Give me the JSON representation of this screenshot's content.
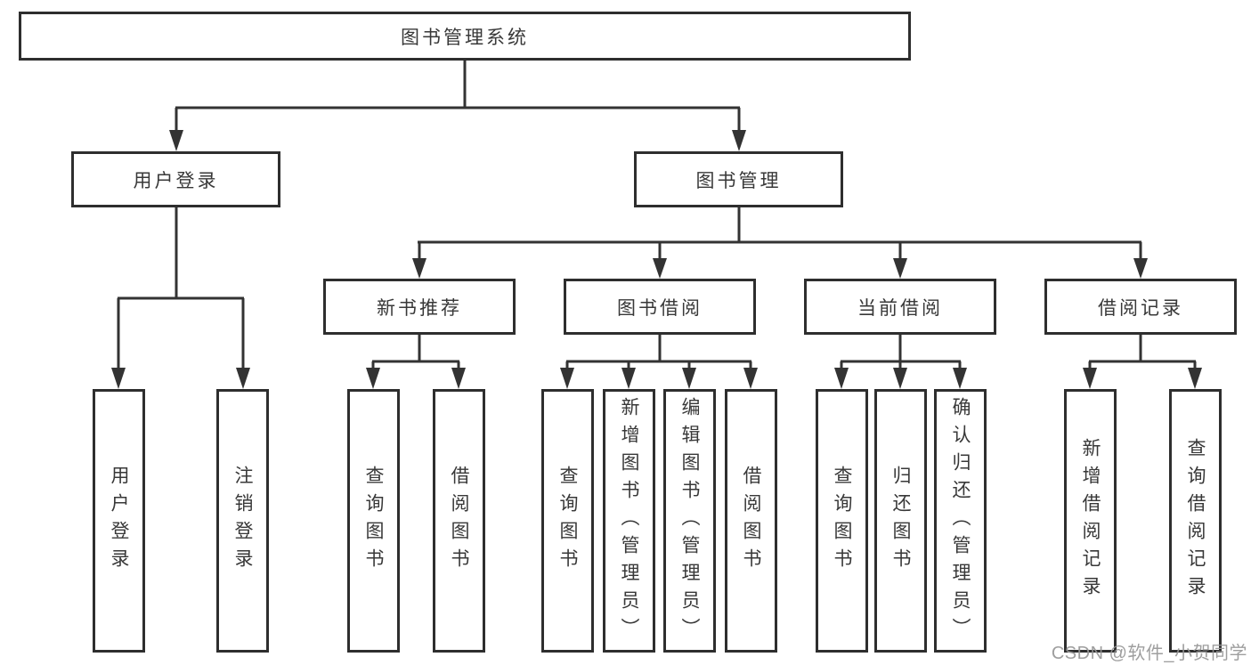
{
  "diagram": {
    "root": {
      "label": "图书管理系统"
    },
    "level1": [
      {
        "id": "user-login",
        "label": "用户登录"
      },
      {
        "id": "book-management",
        "label": "图书管理"
      }
    ],
    "level2": [
      {
        "id": "new-book-recommend",
        "parent": "图书管理",
        "label": "新书推荐"
      },
      {
        "id": "book-borrowing",
        "parent": "图书管理",
        "label": "图书借阅"
      },
      {
        "id": "current-borrowing",
        "parent": "图书管理",
        "label": "当前借阅"
      },
      {
        "id": "borrowing-records",
        "parent": "图书管理",
        "label": "借阅记录"
      }
    ],
    "level3": [
      {
        "parent": "用户登录",
        "label": "用户登录"
      },
      {
        "parent": "用户登录",
        "label": "注销登录"
      },
      {
        "parent": "新书推荐",
        "label": "查询图书"
      },
      {
        "parent": "新书推荐",
        "label": "借阅图书"
      },
      {
        "parent": "图书借阅",
        "label": "查询图书"
      },
      {
        "parent": "图书借阅",
        "label": "新增图书（管理员）"
      },
      {
        "parent": "图书借阅",
        "label": "编辑图书（管理员）"
      },
      {
        "parent": "图书借阅",
        "label": "借阅图书"
      },
      {
        "parent": "当前借阅",
        "label": "查询图书"
      },
      {
        "parent": "当前借阅",
        "label": "归还图书"
      },
      {
        "parent": "当前借阅",
        "label": "确认归还（管理员）"
      },
      {
        "parent": "借阅记录",
        "label": "新增借阅记录"
      },
      {
        "parent": "借阅记录",
        "label": "查询借阅记录"
      }
    ]
  },
  "watermark": {
    "text": "CSDN @软件_小贺同学",
    "color": "#9e9e9e"
  },
  "style": {
    "line_color": "#333333",
    "border_color": "#2e2e2e",
    "text_color": "#383838",
    "background": "#ffffff"
  }
}
